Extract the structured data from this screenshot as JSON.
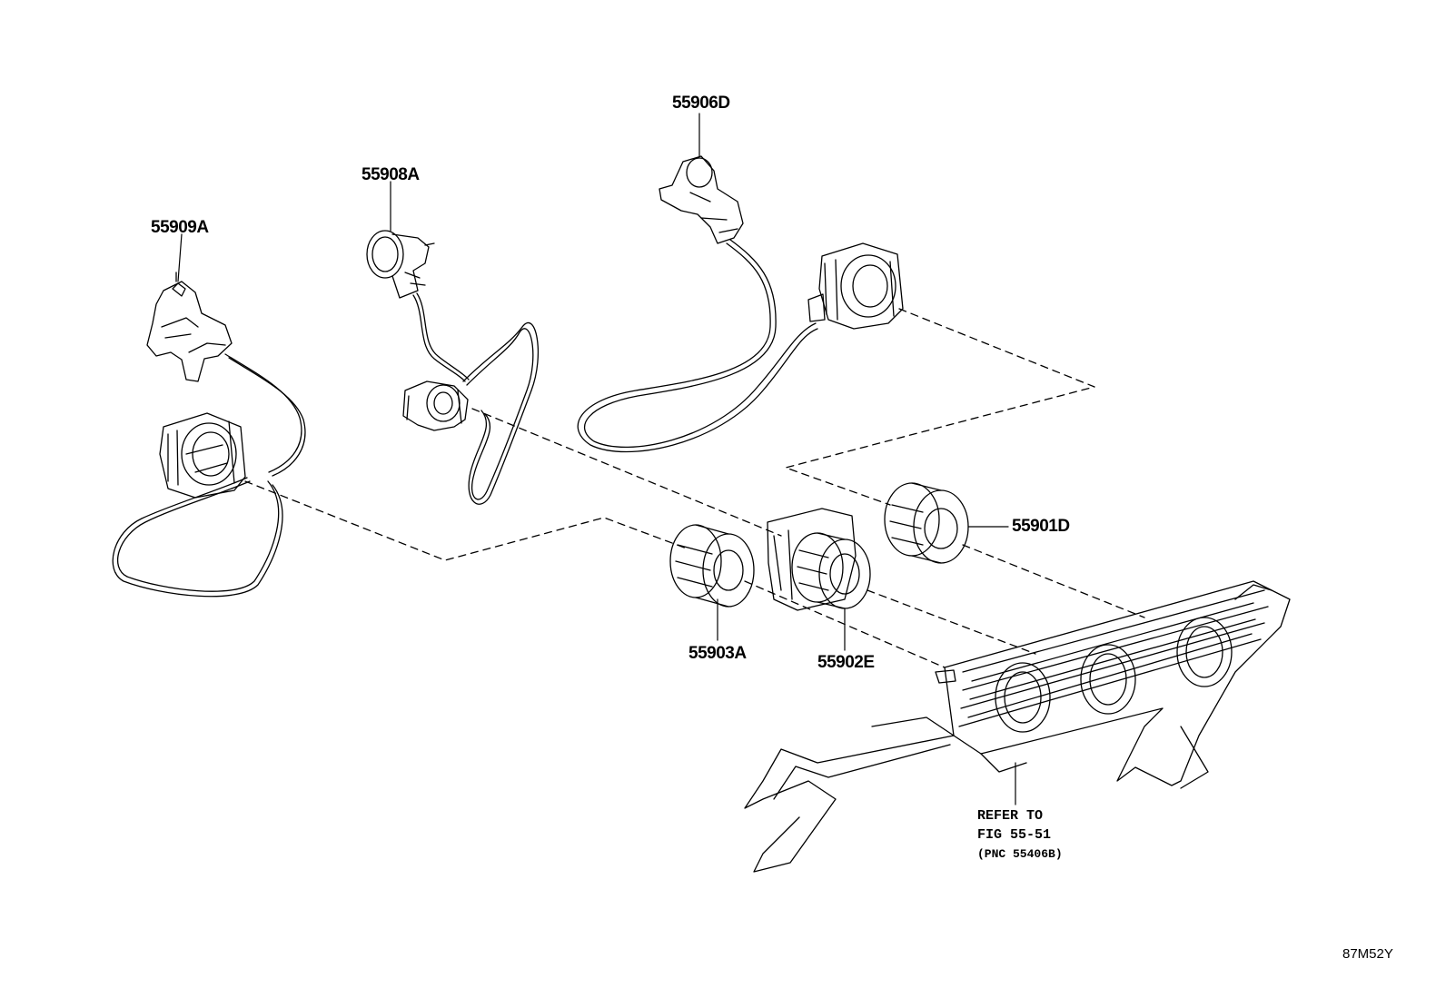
{
  "diagram": {
    "part_labels": {
      "p55906D": "55906D",
      "p55908A": "55908A",
      "p55909A": "55909A",
      "p55901D": "55901D",
      "p55903A": "55903A",
      "p55902E": "55902E"
    },
    "reference_note": {
      "line1": "REFER TO",
      "line2": "FIG 55-51",
      "line3": "(PNC 55406B)"
    },
    "illustration_code": "87M52Y"
  }
}
